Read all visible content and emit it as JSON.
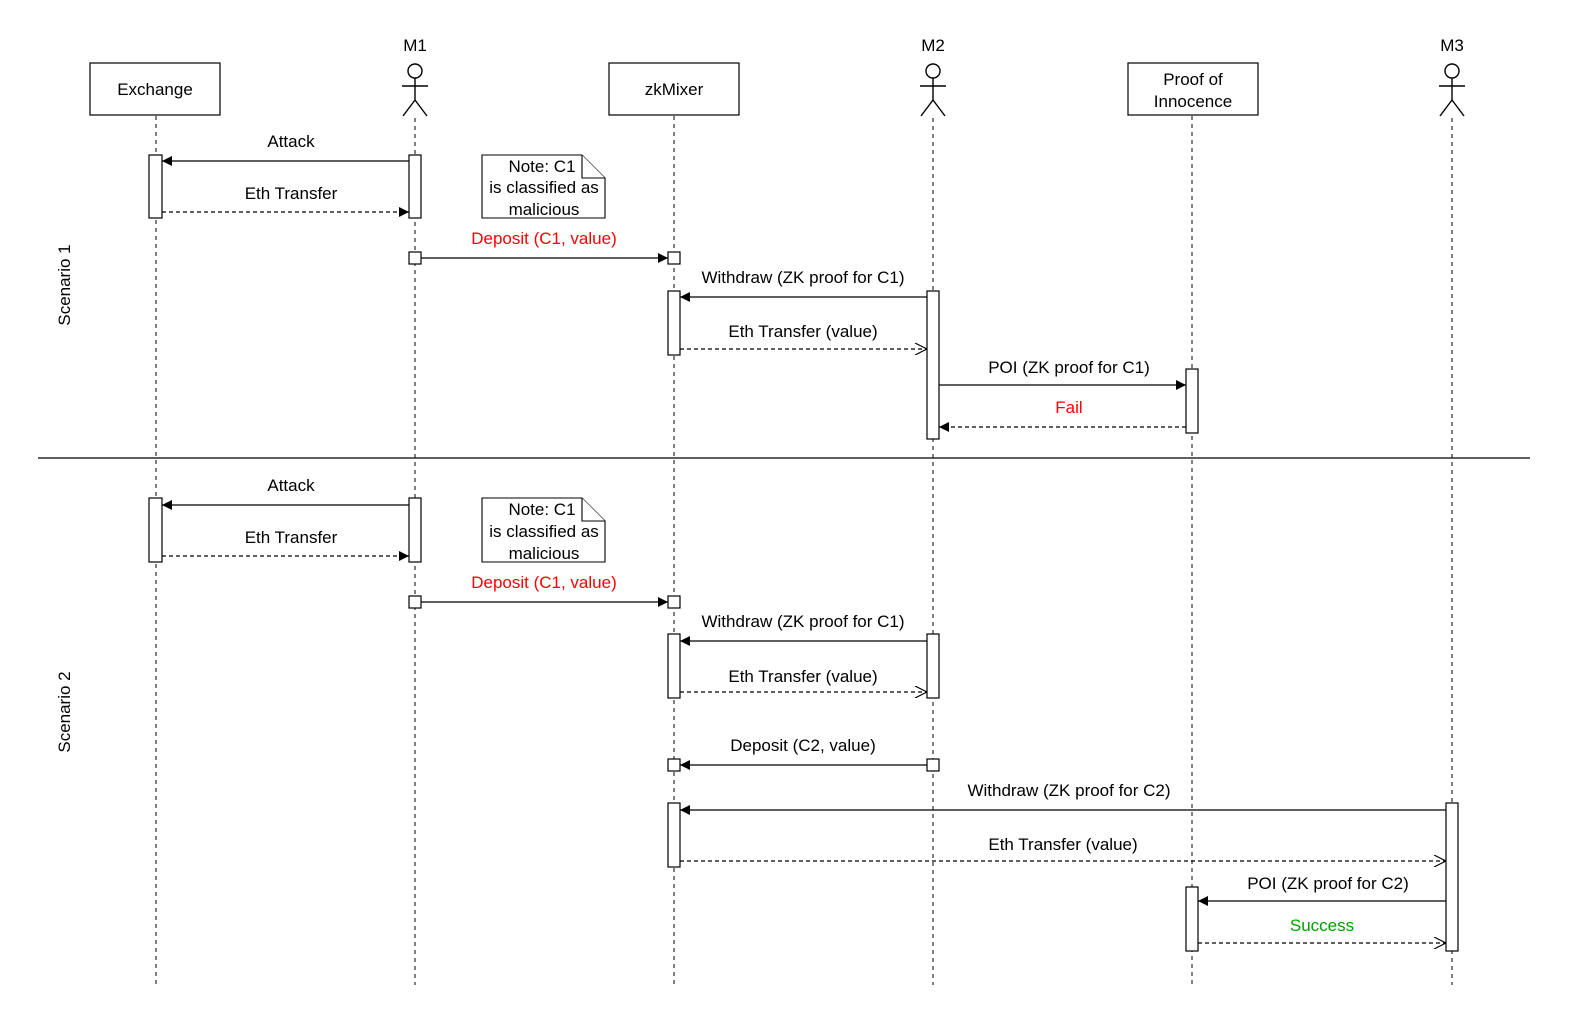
{
  "participants": {
    "exchange": "Exchange",
    "m1": "M1",
    "zkmixer": "zkMixer",
    "m2": "M2",
    "poi_line1": "Proof of",
    "poi_line2": "Innocence",
    "m3": "M3"
  },
  "scenarios": {
    "s1": "Scenario 1",
    "s2": "Scenario 2"
  },
  "note": {
    "line1": "Note: C1",
    "line2": "is classified as",
    "line3": "malicious"
  },
  "colors": {
    "failure": "#ff0000",
    "success": "#00a000",
    "default": "#000000"
  },
  "messages": {
    "s1": {
      "attack": "Attack",
      "eth_transfer": "Eth Transfer",
      "deposit_c1": "Deposit (C1, value)",
      "withdraw_c1": "Withdraw (ZK proof for C1)",
      "eth_transfer_value": "Eth Transfer (value)",
      "poi_c1": "POI (ZK proof for C1)",
      "fail": "Fail"
    },
    "s2": {
      "attack": "Attack",
      "eth_transfer": "Eth Transfer",
      "deposit_c1": "Deposit (C1, value)",
      "withdraw_c1": "Withdraw (ZK proof for C1)",
      "eth_transfer_value": "Eth Transfer (value)",
      "deposit_c2": "Deposit (C2, value)",
      "withdraw_c2": "Withdraw (ZK proof for C2)",
      "eth_transfer_value_m3": "Eth Transfer (value)",
      "poi_c2": "POI (ZK proof for C2)",
      "success": "Success"
    }
  }
}
